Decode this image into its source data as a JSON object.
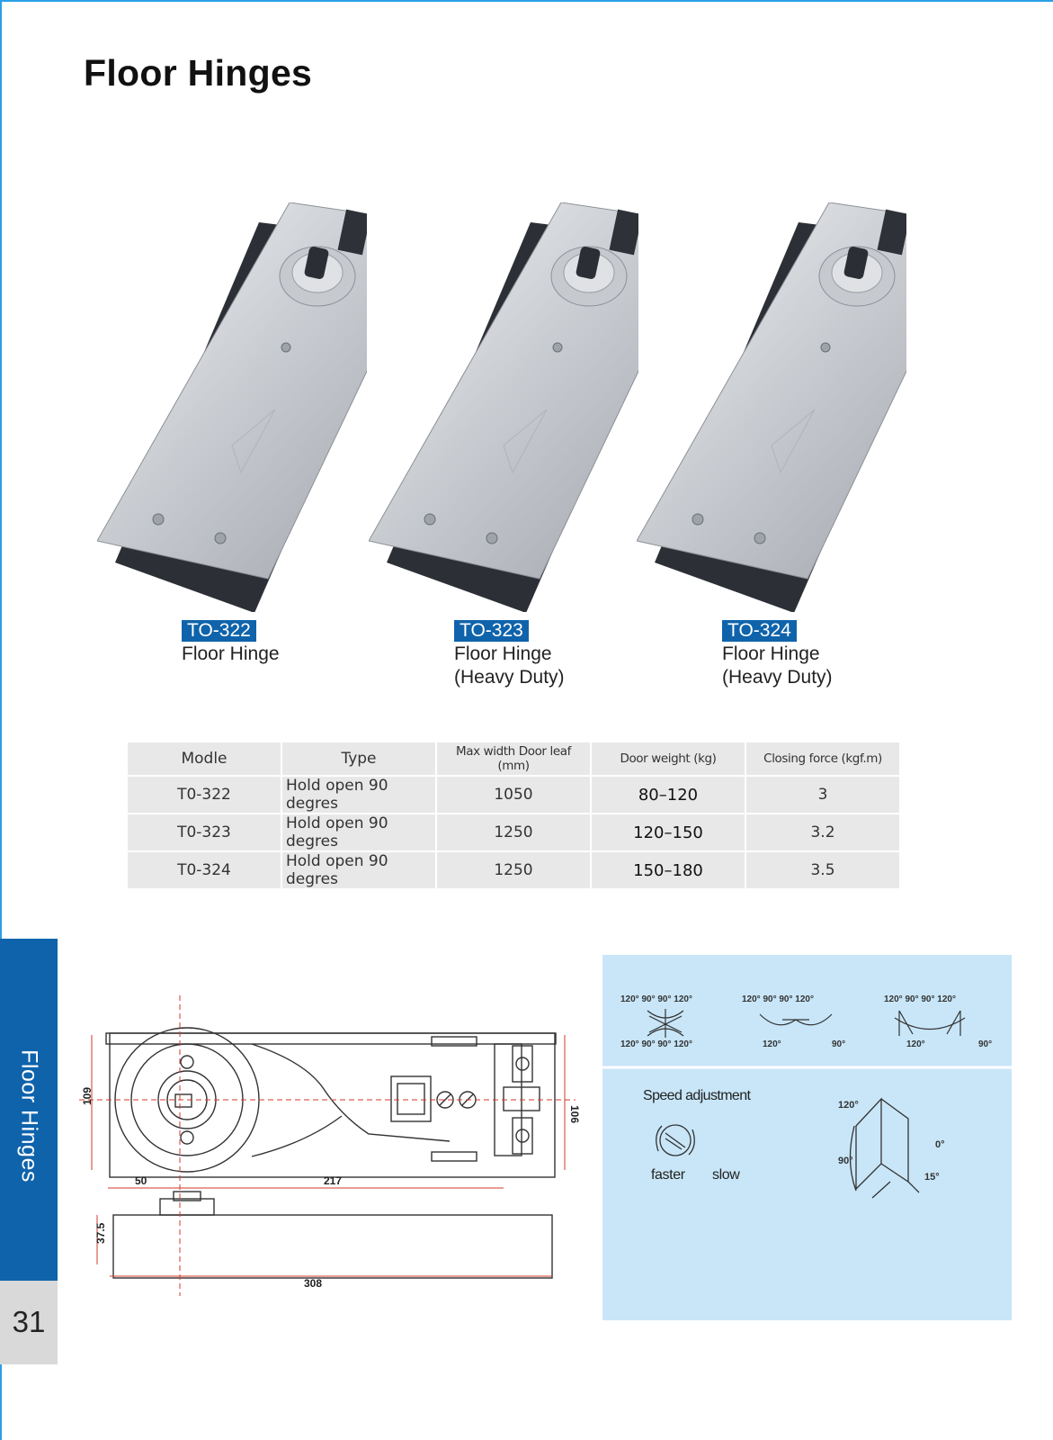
{
  "page": {
    "title": "Floor Hinges",
    "side_label": "Floor Hinges",
    "page_number": "31",
    "accent_color": "#0f63ab"
  },
  "products": [
    {
      "code": "TO-322",
      "line1": "Floor Hinge",
      "line2": ""
    },
    {
      "code": "TO-323",
      "line1": "Floor Hinge",
      "line2": "(Heavy Duty)"
    },
    {
      "code": "TO-324",
      "line1": "Floor Hinge",
      "line2": "(Heavy Duty)"
    }
  ],
  "spec_table": {
    "headers": [
      "Modle",
      "Type",
      "Max width Door leaf (mm)",
      "Door weight (kg)",
      "Closing force (kgf.m)"
    ],
    "rows": [
      [
        "T0-322",
        "Hold open 90 degres",
        "1050",
        "80–120",
        "3"
      ],
      [
        "T0-323",
        "Hold open 90 degres",
        "1250",
        "120–150",
        "3.2"
      ],
      [
        "T0-324",
        "Hold open 90 degres",
        "1250",
        "150–180",
        "3.5"
      ]
    ]
  },
  "drawing": {
    "dim_109": "109",
    "dim_106": "106",
    "dim_50": "50",
    "dim_217": "217",
    "dim_37_5": "37.5",
    "dim_308": "308"
  },
  "opening_diagrams": {
    "top_labels": [
      "120° 90° 90° 120°",
      "120° 90° 90° 120°",
      "120° 90° 90° 120°"
    ],
    "bottom_labels": [
      "120° 90° 90° 120°",
      "120°",
      "90°",
      "120°",
      "90°"
    ]
  },
  "speed": {
    "title": "Speed adjustment",
    "faster": "faster",
    "slow": "slow",
    "angle_120": "120°",
    "angle_90": "90°",
    "angle_0": "0°",
    "angle_15": "15°"
  }
}
